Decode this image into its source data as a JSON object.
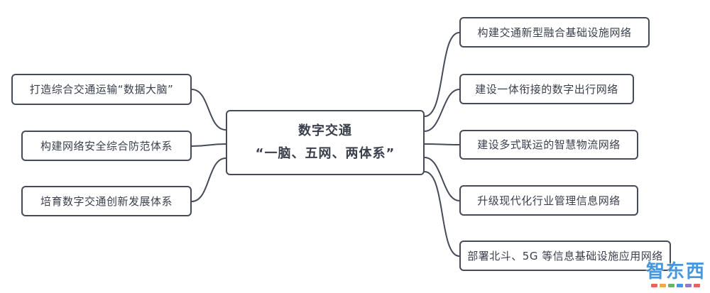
{
  "diagram": {
    "center": {
      "title_line1": "数字交通",
      "title_line2": "“一脑、五网、两体系”"
    },
    "left_nodes": [
      {
        "label": "打造综合交通运输“数据大脑”"
      },
      {
        "label": "构建网络安全综合防范体系"
      },
      {
        "label": "培育数字交通创新发展体系"
      }
    ],
    "right_nodes": [
      {
        "label": "构建交通新型融合基础设施网络"
      },
      {
        "label": "建设一体衔接的数字出行网络"
      },
      {
        "label": "建设多式联运的智慧物流网络"
      },
      {
        "label": "升级现代化行业管理信息网络"
      },
      {
        "label": "部署北斗、5G 等信息基础设施应用网络"
      }
    ]
  },
  "watermark": {
    "text": "智东西"
  },
  "colors": {
    "node_border": "#474b58",
    "node_text": "#3b3f4c",
    "connector": "#474b58",
    "background": "#ffffff",
    "watermark_blue": "#3a8fd8"
  }
}
